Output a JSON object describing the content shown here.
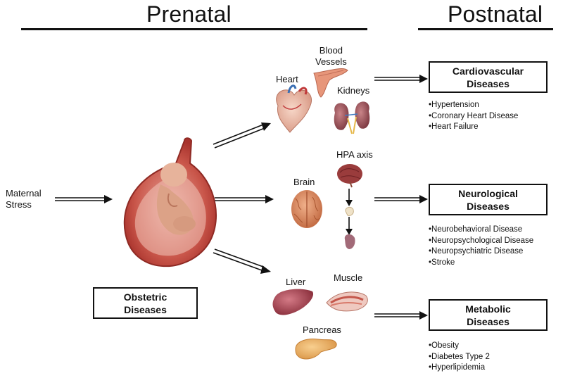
{
  "headers": {
    "prenatal": "Prenatal",
    "postnatal": "Postnatal"
  },
  "input": {
    "stress_line1": "Maternal",
    "stress_line2": "Stress"
  },
  "organs": {
    "blood_vessels_line1": "Blood",
    "blood_vessels_line2": "Vessels",
    "heart": "Heart",
    "kidneys": "Kidneys",
    "hpa_axis": "HPA axis",
    "brain": "Brain",
    "liver": "Liver",
    "muscle": "Muscle",
    "pancreas": "Pancreas"
  },
  "boxes": {
    "cardio_line1": "Cardiovascular",
    "cardio_line2": "Diseases",
    "neuro_line1": "Neurological",
    "neuro_line2": "Diseases",
    "metabolic_line1": "Metabolic",
    "metabolic_line2": "Diseases",
    "obstetric_line1": "Obstetric",
    "obstetric_line2": "Diseases"
  },
  "cardio_list": [
    "•Hypertension",
    "•Coronary Heart Disease",
    "•Heart Failure"
  ],
  "neuro_list": [
    "•Neurobehavioral Disease",
    "•Neuropsychological Disease",
    "•Neuropsychiatric Disease",
    "•Stroke"
  ],
  "metabolic_list": [
    "•Obesity",
    "•Diabetes Type 2",
    "•Hyperlipidemia"
  ]
}
